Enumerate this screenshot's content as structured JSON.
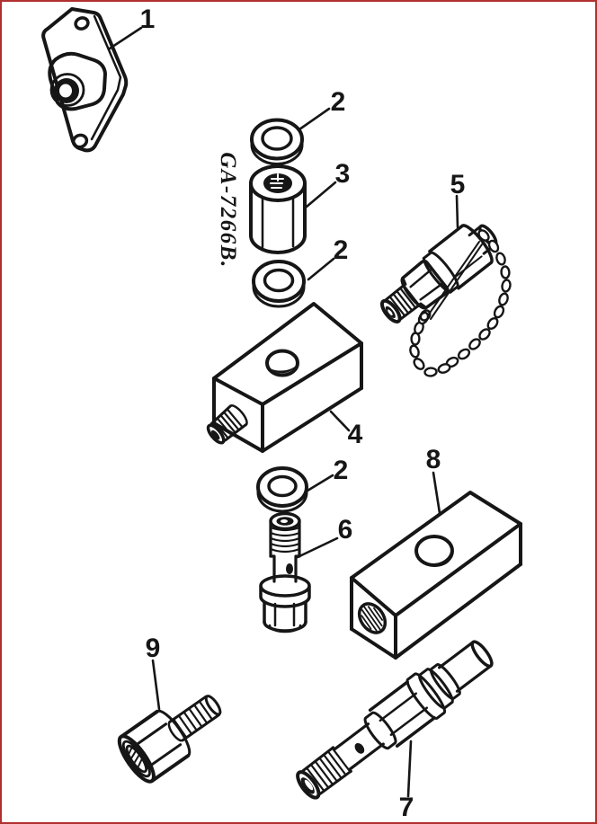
{
  "figure": {
    "code": "GA-7266B.",
    "colors": {
      "frame": "#b22f2f",
      "line": "#161616",
      "paper": "#ffffff"
    }
  },
  "callouts": [
    {
      "part": "cover-plate",
      "label": "1"
    },
    {
      "part": "washer-top",
      "label": "2"
    },
    {
      "part": "coupling-nut",
      "label": "3"
    },
    {
      "part": "washer-middle",
      "label": "2"
    },
    {
      "part": "test-fitting-with-cap-chain",
      "label": "5"
    },
    {
      "part": "small-block",
      "label": "4"
    },
    {
      "part": "washer-bottom",
      "label": "2"
    },
    {
      "part": "long-block",
      "label": "8"
    },
    {
      "part": "hollow-screw",
      "label": "6"
    },
    {
      "part": "adapter-fitting",
      "label": "9"
    },
    {
      "part": "valve-assembly",
      "label": "7"
    }
  ]
}
